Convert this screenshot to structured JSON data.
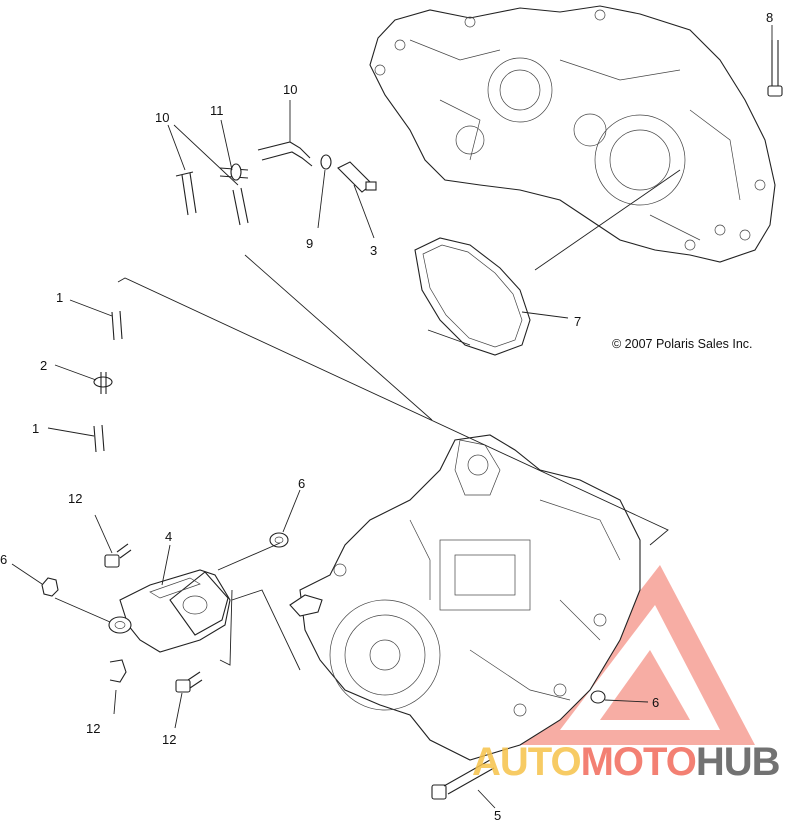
{
  "copyright": "© 2007 Polaris Sales Inc.",
  "callouts": [
    "8",
    "10",
    "11",
    "10",
    "9",
    "3",
    "1",
    "2",
    "1",
    "7",
    "12",
    "4",
    "6",
    "6",
    "12",
    "12",
    "6",
    "5"
  ],
  "watermark": {
    "part1": "AUTO",
    "part2": "MOTO",
    "part3": "HUB",
    "colors": {
      "triangle": "#f26b5b",
      "auto": "#f6c24a",
      "moto": "#f26b5b",
      "hub": "#5a5a5a"
    }
  },
  "icons": [
    "transmission-case-drawing",
    "gasket-drawing",
    "engine-block-drawing",
    "breather-hose-drawing",
    "bracket-drawing",
    "bolt-drawing",
    "nut-drawing",
    "clip-drawing",
    "watermark-logo"
  ]
}
